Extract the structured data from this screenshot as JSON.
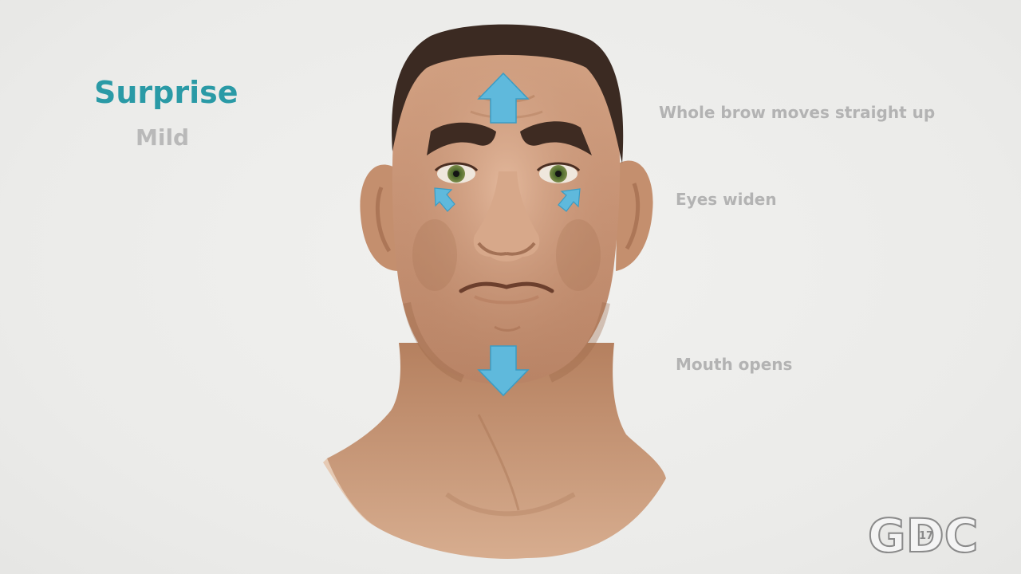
{
  "slide": {
    "title": "Surprise",
    "subtitle": "Mild",
    "annotations": {
      "brow": "Whole brow moves straight up",
      "eyes": "Eyes widen",
      "mouth": "Mouth opens"
    },
    "logo": {
      "text": "GDC",
      "badge": "17"
    }
  },
  "colors": {
    "title": "#2a9aa6",
    "subtitle": "#b9b9b9",
    "annotation_text": "#b3b3b3",
    "arrow": "#5fb9dc",
    "background": "#ededeb"
  },
  "icons": {
    "brow_arrow": "arrow-up-icon",
    "left_eye_arrow": "arrow-up-left-icon",
    "right_eye_arrow": "arrow-up-right-icon",
    "mouth_arrow": "arrow-down-icon"
  }
}
